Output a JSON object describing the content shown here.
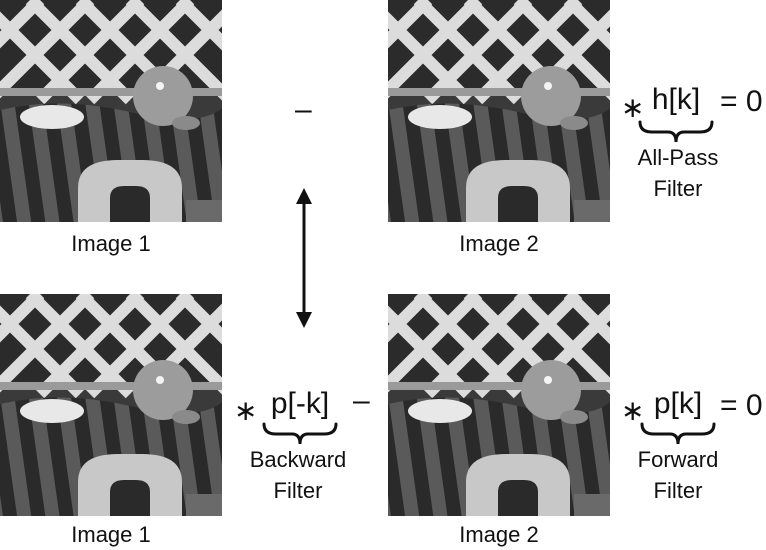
{
  "panels": {
    "top_left_caption": "Image 1",
    "top_right_caption": "Image 2",
    "bottom_left_caption": "Image 1",
    "bottom_right_caption": "Image 2"
  },
  "equation_top": {
    "minus": "–",
    "convolution": "∗",
    "filter": "h[k]",
    "equals": "= 0",
    "filter_label_line1": "All-Pass",
    "filter_label_line2": "Filter"
  },
  "equation_bottom": {
    "left_convolution": "∗",
    "left_filter": "p[-k]",
    "left_label_line1": "Backward",
    "left_label_line2": "Filter",
    "minus": "–",
    "right_convolution": "∗",
    "right_filter": "p[k]",
    "equals": "= 0",
    "right_label_line1": "Forward",
    "right_label_line2": "Filter"
  },
  "icons": {
    "equivalence_arrow": "double-headed-vertical-arrow-icon",
    "brace": "underbrace-icon"
  }
}
